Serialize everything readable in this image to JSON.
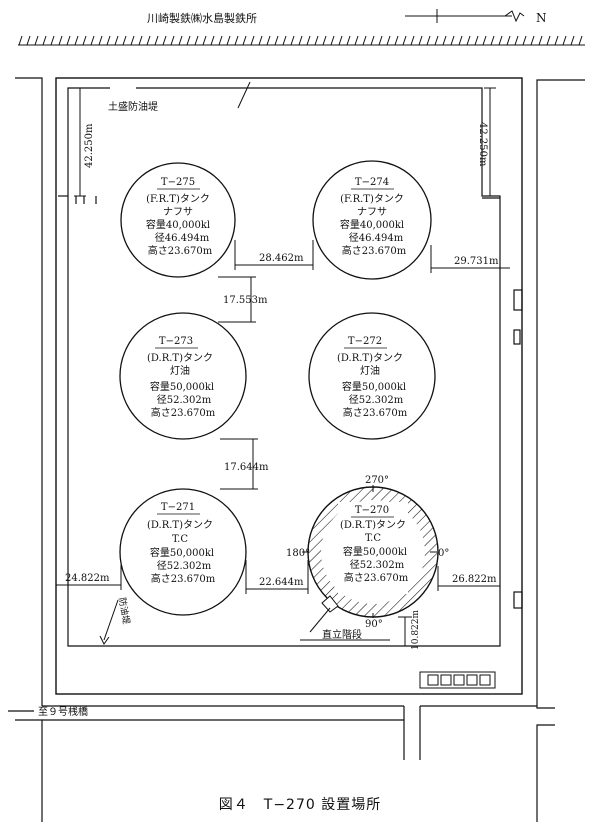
{
  "header": {
    "company": "川崎製鉄㈱水島製鉄所",
    "north_mark": "N"
  },
  "labels": {
    "embankment": "土盛防油堤",
    "dike": "防油堤",
    "stairs": "直立階段",
    "to_pier": "至９号桟橋"
  },
  "dimensions": {
    "left_edge": "42.250m",
    "right_edge": "42.250m",
    "d1": "28.462m",
    "d2": "29.731m",
    "d3": "17.553m",
    "d4": "17.644m",
    "d5": "24.822m",
    "d6": "22.644m",
    "d7": "26.822m",
    "d8": "10.822m"
  },
  "angles": {
    "a0": "0°",
    "a90": "90°",
    "a180": "180°",
    "a270": "270°"
  },
  "tanks": [
    {
      "id": "T−275",
      "type": "(F.R.T)タンク",
      "content": "ナフサ",
      "capacity": "容量40,000kl",
      "diameter": "径46.494m",
      "height": "高さ23.670m"
    },
    {
      "id": "T−274",
      "type": "(F.R.T)タンク",
      "content": "ナフサ",
      "capacity": "容量40,000kl",
      "diameter": "径46.494m",
      "height": "高さ23.670m"
    },
    {
      "id": "T−273",
      "type": "(D.R.T)タンク",
      "content": "灯油",
      "capacity": "容量50,000kl",
      "diameter": "径52.302m",
      "height": "高さ23.670m"
    },
    {
      "id": "T−272",
      "type": "(D.R.T)タンク",
      "content": "灯油",
      "capacity": "容量50,000kl",
      "diameter": "径52.302m",
      "height": "高さ23.670m"
    },
    {
      "id": "T−271",
      "type": "(D.R.T)タンク",
      "content": "T.C",
      "capacity": "容量50,000kl",
      "diameter": "径52.302m",
      "height": "高さ23.670m"
    },
    {
      "id": "T−270",
      "type": "(D.R.T)タンク",
      "content": "T.C",
      "capacity": "容量50,000kl",
      "diameter": "径52.302m",
      "height": "高さ23.670m"
    }
  ],
  "figure_caption": "図４　T−270 設置場所"
}
